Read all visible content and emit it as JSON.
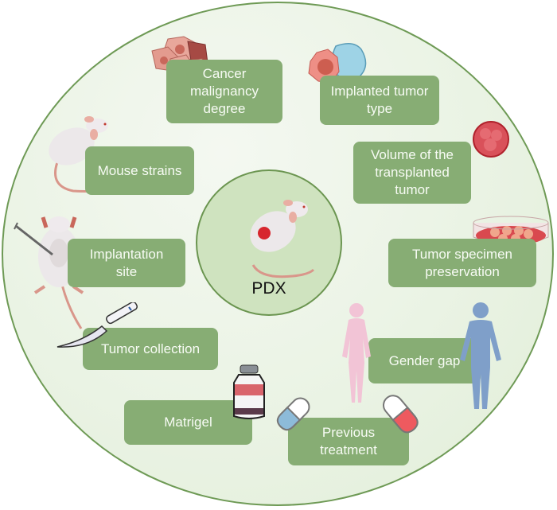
{
  "center": {
    "label": "PDX",
    "icon": "mouse-with-tumor-icon"
  },
  "factors": [
    {
      "id": "cancer-malignancy",
      "lines": [
        "Cancer",
        "malignancy",
        "degree"
      ],
      "icon": "cancer-cells-icon"
    },
    {
      "id": "implanted-tumor-type",
      "lines": [
        "Implanted tumor",
        "type"
      ],
      "icon": "tumor-cells-icon"
    },
    {
      "id": "mouse-strains",
      "lines": [
        "Mouse strains"
      ],
      "icon": "mouse-icon"
    },
    {
      "id": "volume",
      "lines": [
        "Volume of the",
        "transplanted",
        "tumor"
      ],
      "icon": "tumor-mass-icon"
    },
    {
      "id": "implantation-site",
      "lines": [
        "Implantation",
        "site"
      ],
      "icon": "mouse-syringe-icon"
    },
    {
      "id": "specimen-preservation",
      "lines": [
        "Tumor specimen",
        "preservation"
      ],
      "icon": "petri-dish-icon"
    },
    {
      "id": "tumor-collection",
      "lines": [
        "Tumor collection"
      ],
      "icon": "scalpel-icon"
    },
    {
      "id": "gender-gap",
      "lines": [
        "Gender gap"
      ],
      "icon": "human-figures-icon"
    },
    {
      "id": "matrigel",
      "lines": [
        "Matrigel"
      ],
      "icon": "vial-icon"
    },
    {
      "id": "previous-treatment",
      "lines": [
        "Previous",
        "treatment"
      ],
      "icon": "capsule-icon"
    }
  ],
  "colors": {
    "box": "#87ad74",
    "outline": "#6e9a55",
    "center_fill": "#cfe3bf"
  }
}
